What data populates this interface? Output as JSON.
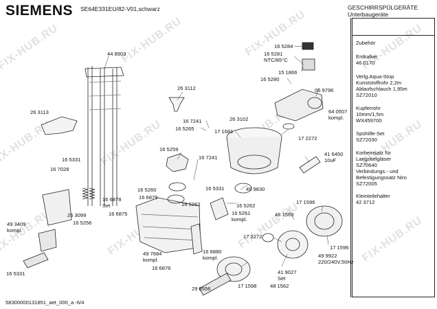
{
  "header": {
    "brand": "SIEMENS",
    "model": "SE64E331EU/82-V01,schwarz",
    "category_line1": "GESCHIRRSPÜLGERÄTE",
    "category_line2": "Unterbaugeräte"
  },
  "footer": {
    "doc_id": "58300000131851_aet_000_a -6/4"
  },
  "watermark": "FIX-HUB.RU",
  "accessories": [
    "Zubehör",
    "Entkalker\n46 0170",
    "Verlg.Aqua-Stop\nKunststoffrohr 2,2m\nAblaufschlauch 1,95m\nSZ72010",
    "Kupferrohr\n10mm/1,5m\nWX459700",
    "Spühilfe-Set\nSZ72030",
    "Korbeinsatz für\nLangstielgläser\nSZ70640\nVerbindungs.- und\nBefestigungssatz Niro\nSZ72005",
    "Kleinteilehalter\n42 3712"
  ],
  "part_labels": [
    "44 8903",
    "26 3113",
    "26 3112",
    "16 5284",
    "16 5281\nNTC/85°C",
    "15 1866",
    "16 5280",
    "06 9796",
    "64 0507\nkompl.",
    "16 7241",
    "16 5265",
    "26 3102",
    "17 1681",
    "17 2272",
    "16 5259",
    "16 7241",
    "16 5331",
    "16 7028",
    "41 6450\n10uF",
    "16 5260",
    "16 6879",
    "16 5331",
    "16 6878\nSet",
    "16 5263",
    "16 5262",
    "49 9830",
    "16 5261\nkompl.",
    "26 3099",
    "16 6875",
    "16 5256",
    "49 3409\nkompl.",
    "17 1596",
    "48 1563",
    "17 2272",
    "49 7684\nkompl.",
    "16 6880\nkompl.",
    "17 1596",
    "49 9922\n220/240V,50Hz",
    "16 5331",
    "16 6876",
    "41 9027\nSet",
    "17 1598",
    "48 1562",
    "29 8556"
  ]
}
